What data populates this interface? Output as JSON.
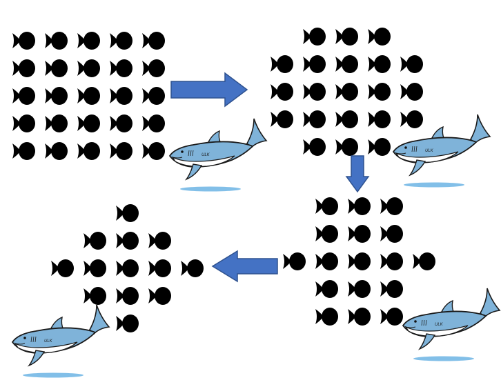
{
  "colors": {
    "fish": "#000000",
    "arrow": "#4472c4",
    "arrow_stroke": "#2f528f",
    "shark_body": "#7fb3d9",
    "shark_belly": "#ffffff",
    "shark_shadow": "#6cb4e4"
  },
  "icons": {
    "fish": "fish-icon",
    "shark": "shark-icon",
    "arrow": "block-arrow-icon"
  },
  "shark_label": "ULK",
  "stages": [
    {
      "name": "stage-1-square-school",
      "rows": [
        [
          0,
          1,
          2,
          3,
          4
        ],
        [
          0,
          1,
          2,
          3,
          4
        ],
        [
          0,
          1,
          2,
          3,
          4
        ],
        [
          0,
          1,
          2,
          3,
          4
        ],
        [
          0,
          1,
          2,
          3,
          4
        ]
      ]
    },
    {
      "name": "stage-2-school-reshaping",
      "rows": [
        [
          1,
          2,
          3
        ],
        [
          0,
          1,
          2,
          3,
          4
        ],
        [
          0,
          1,
          2,
          3,
          4
        ],
        [
          0,
          1,
          2,
          3,
          4
        ],
        [
          1,
          2,
          3
        ]
      ]
    },
    {
      "name": "stage-3-school-spreading",
      "rows": [
        [
          1,
          2,
          3
        ],
        [
          1,
          2,
          3
        ],
        [
          0,
          1,
          2,
          3,
          4
        ],
        [
          1,
          2,
          3
        ],
        [
          1,
          2,
          3
        ]
      ]
    },
    {
      "name": "stage-4-diamond-school",
      "rows": [
        [
          2
        ],
        [
          1,
          2,
          3
        ],
        [
          0,
          1,
          2,
          3,
          4
        ],
        [
          1,
          2,
          3
        ],
        [
          2
        ]
      ]
    }
  ]
}
